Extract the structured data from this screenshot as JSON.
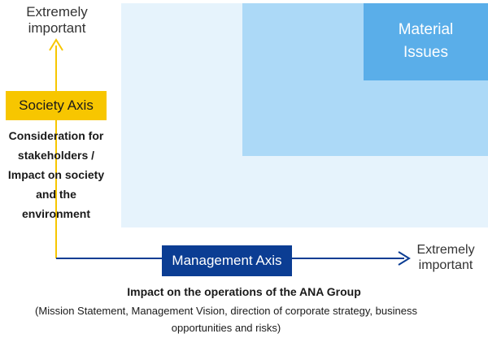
{
  "matrix": {
    "inner_zone_label": [
      "Material",
      "Issues"
    ],
    "colors": {
      "outer_zone": "#e6f3fc",
      "middle_zone": "#acd9f7",
      "inner_zone": "#5aaee9",
      "society_axis": "#f7c600",
      "management_axis": "#0b3d93"
    }
  },
  "y_axis": {
    "end_label": [
      "Extremely",
      "important"
    ],
    "badge": "Society Axis",
    "description": [
      "Consideration for",
      "stakeholders /",
      "Impact on society",
      "and the",
      "environment"
    ]
  },
  "x_axis": {
    "end_label": [
      "Extremely",
      "important"
    ],
    "badge": "Management Axis",
    "description_title": "Impact on the operations of the ANA Group",
    "description_detail": [
      "(Mission Statement, Management Vision, direction of corporate strategy, business",
      "opportunities and risks)"
    ]
  }
}
